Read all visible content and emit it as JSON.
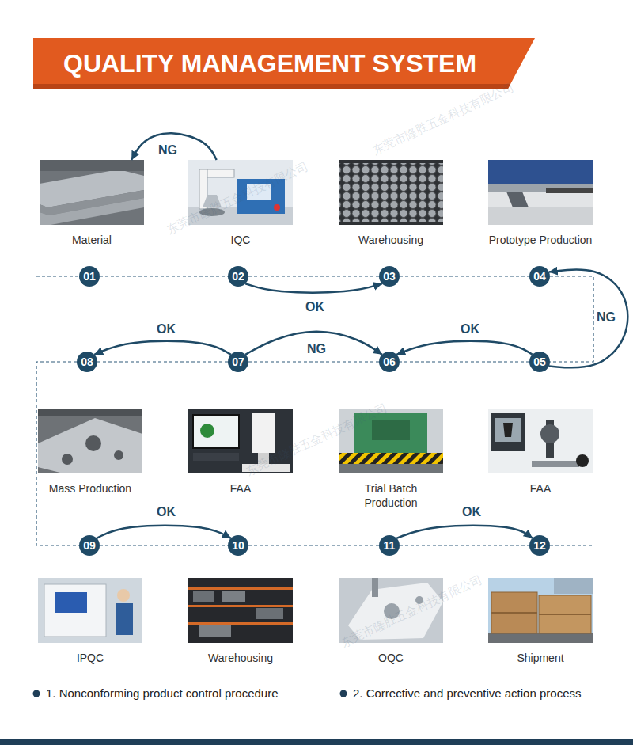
{
  "diagram": {
    "title": "QUALITY MANAGEMENT SYSTEM",
    "nodes": [
      {
        "text": [
          "Material"
        ]
      },
      {
        "text": [
          "IQC"
        ]
      },
      {
        "text": [
          "Warehousing"
        ]
      },
      {
        "text": [
          "Prototype Production"
        ]
      },
      {
        "text": [
          "01"
        ]
      },
      {
        "text": [
          "02"
        ]
      },
      {
        "text": [
          "03"
        ]
      },
      {
        "text": [
          "04"
        ]
      },
      {
        "text": [
          "08"
        ]
      },
      {
        "text": [
          "07"
        ]
      },
      {
        "text": [
          "06"
        ]
      },
      {
        "text": [
          "05"
        ]
      },
      {
        "text": [
          "Mass Production"
        ]
      },
      {
        "text": [
          "FAA"
        ]
      },
      {
        "text": [
          "Trial Batch Production"
        ]
      },
      {
        "text": [
          "FAA"
        ]
      },
      {
        "text": [
          "09"
        ]
      },
      {
        "text": [
          "10"
        ]
      },
      {
        "text": [
          "11"
        ]
      },
      {
        "text": [
          "12"
        ]
      },
      {
        "text": [
          "IPQC"
        ]
      },
      {
        "text": [
          "Warehousing"
        ]
      },
      {
        "text": [
          "OQC"
        ]
      },
      {
        "text": [
          "Shipment"
        ]
      }
    ],
    "edges": [
      {
        "from": 1,
        "to": 0,
        "label": "NG",
        "arrow": "to"
      },
      {
        "from": 4,
        "to": 5,
        "arrow": "none"
      },
      {
        "from": 5,
        "to": 6,
        "arrow": "none"
      },
      {
        "from": 5,
        "to": 6,
        "label": "OK",
        "arrow": "to"
      },
      {
        "from": 6,
        "to": 7,
        "arrow": "none"
      },
      {
        "from": 7,
        "to": 11,
        "arrow": "none"
      },
      {
        "from": 11,
        "to": 7,
        "label": "NG",
        "arrow": "to"
      },
      {
        "from": 11,
        "to": 10,
        "arrow": "none"
      },
      {
        "from": 11,
        "to": 10,
        "label": "OK",
        "arrow": "to"
      },
      {
        "from": 10,
        "to": 9,
        "arrow": "none"
      },
      {
        "from": 9,
        "to": 10,
        "label": "NG",
        "arrow": "to"
      },
      {
        "from": 9,
        "to": 8,
        "arrow": "none"
      },
      {
        "from": 9,
        "to": 8,
        "label": "OK",
        "arrow": "to"
      },
      {
        "from": 8,
        "to": 16,
        "arrow": "none"
      },
      {
        "from": 16,
        "to": 17,
        "arrow": "none"
      },
      {
        "from": 16,
        "to": 17,
        "label": "OK",
        "arrow": "to"
      },
      {
        "from": 17,
        "to": 18,
        "arrow": "none"
      },
      {
        "from": 18,
        "to": 19,
        "arrow": "none"
      },
      {
        "from": 18,
        "to": 19,
        "label": "OK",
        "arrow": "to"
      }
    ],
    "labels": [
      "东莞市隆胜五金科技有限公司",
      "东莞市隆胜五金科技有限公司",
      "东莞市隆胜五金科技有限公司",
      "东莞市隆胜五金科技有限公司",
      "1. Nonconforming product control procedure",
      "2. Corrective and preventive action process"
    ]
  }
}
